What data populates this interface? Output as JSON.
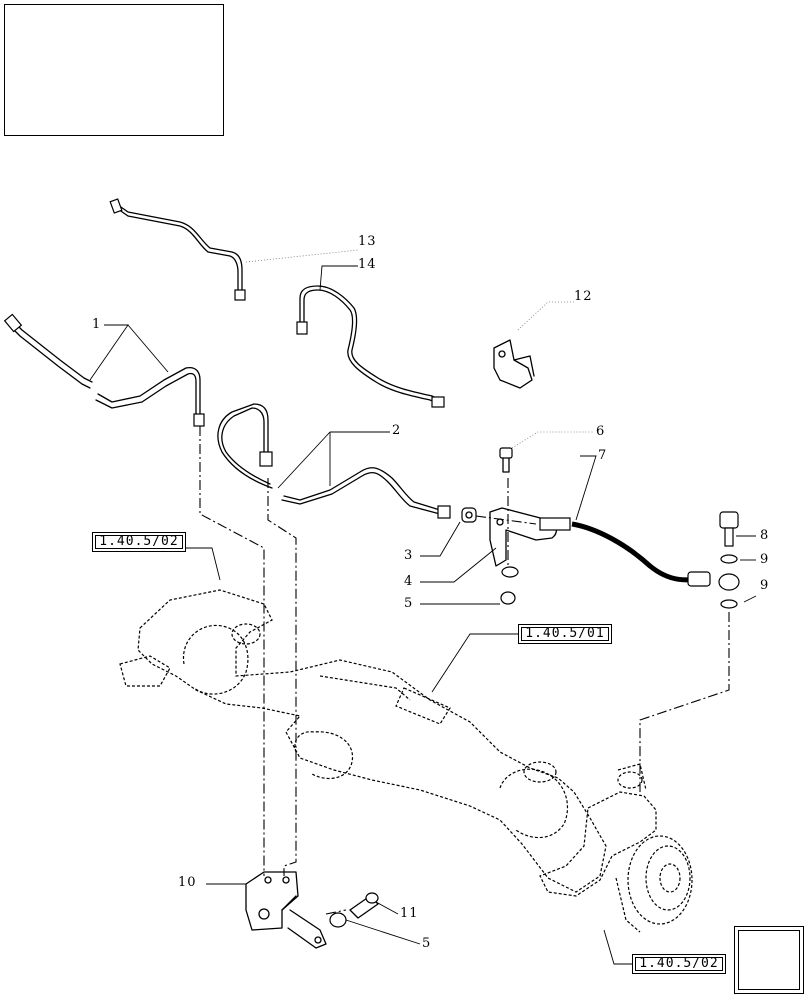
{
  "callouts": {
    "c1": "1",
    "c2": "2",
    "c3": "3",
    "c4": "4",
    "c5a": "5",
    "c5b": "5",
    "c6": "6",
    "c7": "7",
    "c8": "8",
    "c9a": "9",
    "c9b": "9",
    "c10": "10",
    "c11": "11",
    "c12": "12",
    "c13": "13",
    "c14": "14"
  },
  "references": {
    "left_knuckle": "1.40.5/02",
    "axle_housing": "1.40.5/01",
    "right_knuckle": "1.40.5/02"
  },
  "icons": {
    "thumbnail": "axle-assembly-thumbnail",
    "navigation": "arrow-next-icon"
  }
}
